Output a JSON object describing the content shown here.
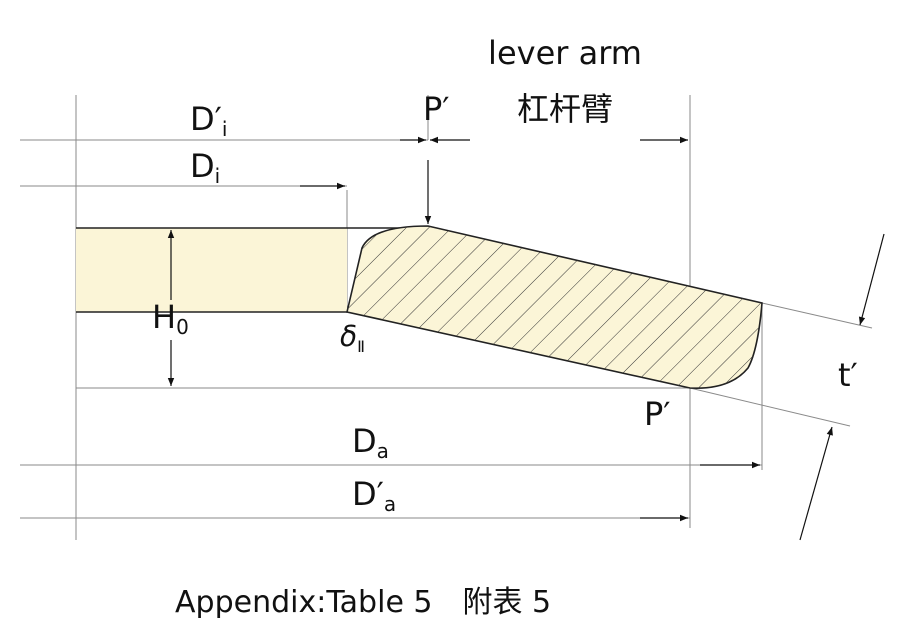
{
  "diagram": {
    "label_lever_arm_en": "lever arm",
    "label_lever_arm_zh": "杠杆臂",
    "label_di_prime": "D′",
    "label_di_prime_sub": "i",
    "label_di": "D",
    "label_di_sub": "i",
    "label_p_prime_top": "P′",
    "label_p_prime_bottom": "P′",
    "label_h0": "H",
    "label_h0_sub": "0",
    "label_delta": "δ",
    "label_delta_sub": "Ⅱ",
    "label_t_prime": "t′",
    "label_da": "D",
    "label_da_sub": "a",
    "label_da_prime": "D′",
    "label_da_prime_sub": "a",
    "caption": "Appendix:Table 5　附表 5",
    "colors": {
      "fill": "#fbf5d7",
      "line": "#222222",
      "hatch": "#333333"
    }
  }
}
